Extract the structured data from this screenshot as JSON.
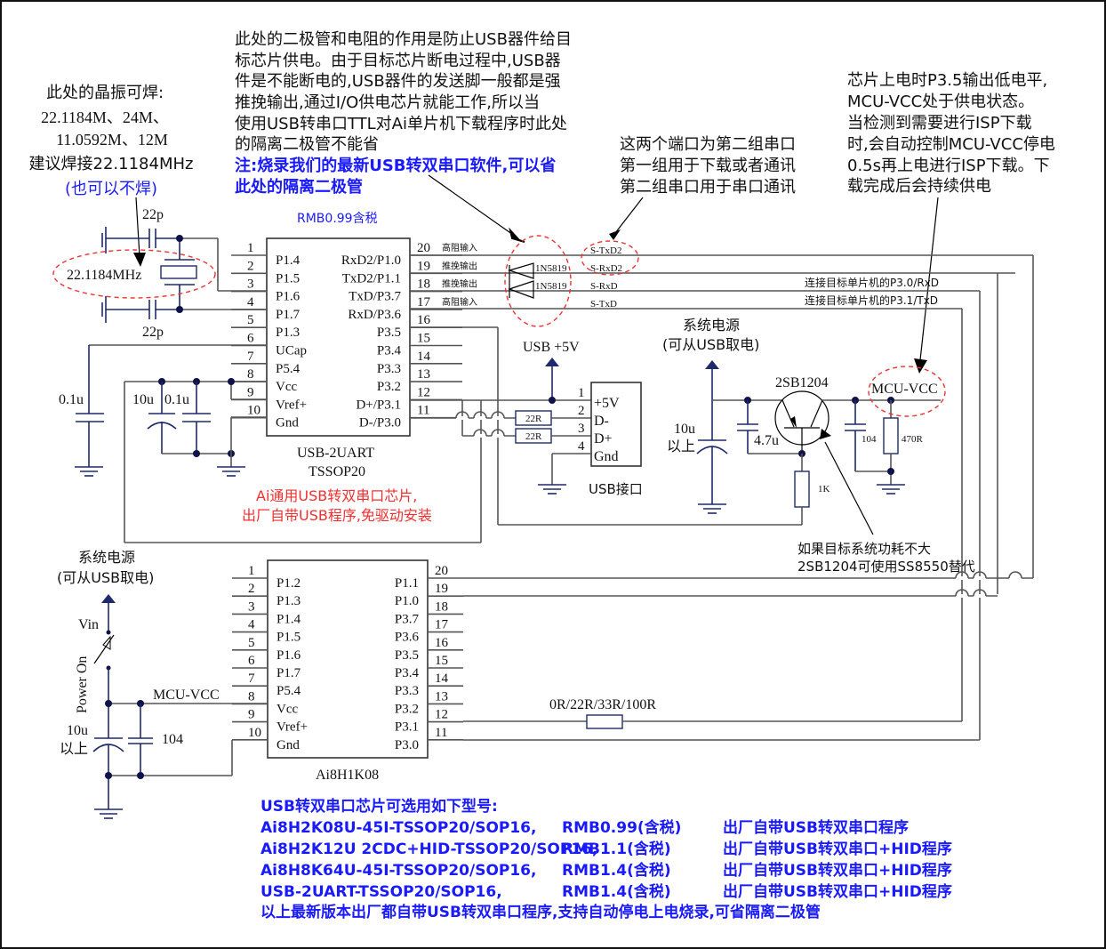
{
  "notes": {
    "crystal": {
      "lines": [
        "此处的晶振可焊:",
        "22.1184M、24M、",
        "11.0592M、12M",
        "建议焊接22.1184MHz"
      ],
      "optional": "(也可以不焊)"
    },
    "diode": {
      "lines": [
        "此处的二极管和电阻的作用是防止USB器件给目",
        "标芯片供电。由于目标芯片断电过程中,USB器",
        "件是不能断电的,USB器件的发送脚一般都是强",
        "推挽输出,通过I/O供电芯片就能工作,所以当",
        "使用USB转串口TTL对Ai单片机下载程序时此处",
        "的隔离二极管不能省"
      ],
      "note_lines": [
        "注:烧录我们的最新USB转双串口软件,可以省",
        "此处的隔离二极管"
      ]
    },
    "ports": {
      "lines": [
        "这两个端口为第二组串口",
        "第一组用于下载或者通讯",
        "第二组串口用于串口通讯"
      ]
    },
    "power": {
      "lines": [
        "芯片上电时P3.5输出低电平,",
        "MCU-VCC处于供电状态。",
        "当检测到需要进行ISP下载",
        "时,会自动控制MCU-VCC停电",
        "0.5s再上电进行ISP下载。下",
        "载完成后会持续供电"
      ]
    },
    "transistor_sub": [
      "如果目标系统功耗不大",
      "2SB1204可使用SS8550替代"
    ],
    "chip_desc": [
      "Ai通用USB转双串口芯片,",
      "出厂自带USB程序,免驱动安装"
    ]
  },
  "crystal": {
    "freq": "22.1184MHz",
    "cap_top": "22p",
    "cap_bottom": "22p"
  },
  "u1": {
    "price": "RMB0.99含税",
    "name": "USB-2UART",
    "package": "TSSOP20",
    "left_pins": [
      {
        "num": "1",
        "name": "P1.4"
      },
      {
        "num": "2",
        "name": "P1.5"
      },
      {
        "num": "3",
        "name": "P1.6"
      },
      {
        "num": "4",
        "name": "P1.7"
      },
      {
        "num": "5",
        "name": "P1.3"
      },
      {
        "num": "6",
        "name": "UCap"
      },
      {
        "num": "7",
        "name": "P5.4"
      },
      {
        "num": "8",
        "name": "Vcc"
      },
      {
        "num": "9",
        "name": "Vref+"
      },
      {
        "num": "10",
        "name": "Gnd"
      }
    ],
    "right_pins": [
      {
        "num": "20",
        "name": "RxD2/P1.0",
        "mode": "高阻输入"
      },
      {
        "num": "19",
        "name": "TxD2/P1.1",
        "mode": "推挽输出"
      },
      {
        "num": "18",
        "name": "TxD/P3.7",
        "mode": "推挽输出"
      },
      {
        "num": "17",
        "name": "RxD/P3.6",
        "mode": "高阻输入"
      },
      {
        "num": "16",
        "name": "P3.5",
        "mode": ""
      },
      {
        "num": "15",
        "name": "P3.4",
        "mode": ""
      },
      {
        "num": "14",
        "name": "P3.3",
        "mode": ""
      },
      {
        "num": "13",
        "name": "P3.2",
        "mode": ""
      },
      {
        "num": "12",
        "name": "D+/P3.1",
        "mode": ""
      },
      {
        "num": "11",
        "name": "D-/P3.0",
        "mode": ""
      }
    ],
    "caps": {
      "ucap": "0.1u",
      "vcc_elec": "10u",
      "vcc_cer": "0.1u"
    }
  },
  "signals": {
    "diode1": "1N5819",
    "diode2": "1N5819",
    "s_txd2": "S-TxD2",
    "s_rxd2": "S-RxD2",
    "s_rxd": "S-RxD",
    "s_txd": "S-TxD",
    "to_rxd": "连接目标单片机的P3.0/RxD",
    "to_txd": "连接目标单片机的P3.1/TxD"
  },
  "usb": {
    "power_label": "USB +5V",
    "r1": "22R",
    "r2": "22R",
    "pins": [
      {
        "num": "1",
        "name": "+5V"
      },
      {
        "num": "2",
        "name": "D-"
      },
      {
        "num": "3",
        "name": "D+"
      },
      {
        "num": "4",
        "name": "Gnd"
      }
    ],
    "title": "USB接口"
  },
  "power_switch": {
    "sys_title": "系统电源",
    "sys_sub": "(可从USB取电)",
    "transistor": "2SB1204",
    "c_in": "10u",
    "c_in_sub": "以上",
    "c_base": "4.7u",
    "r_base": "1K",
    "c_out": "104",
    "r_out": "470R",
    "net": "MCU-VCC"
  },
  "u2": {
    "name": "Ai8H1K08",
    "left_pins": [
      {
        "num": "1",
        "name": "P1.2"
      },
      {
        "num": "2",
        "name": "P1.3"
      },
      {
        "num": "3",
        "name": "P1.4"
      },
      {
        "num": "4",
        "name": "P1.5"
      },
      {
        "num": "5",
        "name": "P1.6"
      },
      {
        "num": "6",
        "name": "P1.7"
      },
      {
        "num": "7",
        "name": "P5.4"
      },
      {
        "num": "8",
        "name": "Vcc"
      },
      {
        "num": "9",
        "name": "Vref+"
      },
      {
        "num": "10",
        "name": "Gnd"
      }
    ],
    "right_pins": [
      {
        "num": "20",
        "name": "P1.1"
      },
      {
        "num": "19",
        "name": "P1.0"
      },
      {
        "num": "18",
        "name": "P3.7"
      },
      {
        "num": "17",
        "name": "P3.6"
      },
      {
        "num": "16",
        "name": "P3.5"
      },
      {
        "num": "15",
        "name": "P3.4"
      },
      {
        "num": "14",
        "name": "P3.3"
      },
      {
        "num": "13",
        "name": "P3.2"
      },
      {
        "num": "12",
        "name": "P3.1"
      },
      {
        "num": "11",
        "name": "P3.0"
      }
    ],
    "series_r": "0R/22R/33R/100R",
    "sys_title": "系统电源",
    "sys_sub": "(可从USB取电)",
    "vin": "Vin",
    "switch": "Power On",
    "net": "MCU-VCC",
    "c_elec": "10u",
    "c_elec_sub": "以上",
    "c_cer": "104"
  },
  "models": {
    "title": "USB转双串口芯片可选用如下型号:",
    "rows": [
      {
        "part": "Ai8H2K08U-45I-TSSOP20/SOP16,",
        "price": "RMB0.99(含税)",
        "desc": "出厂自带USB转双串口程序"
      },
      {
        "part": "Ai8H2K12U 2CDC+HID-TSSOP20/SOP16,",
        "price": "RMB1.1(含税)",
        "desc": "出厂自带USB转双串口+HID程序"
      },
      {
        "part": "Ai8H8K64U-45I-TSSOP20/SOP16,",
        "price": "RMB1.4(含税)",
        "desc": "出厂自带USB转双串口+HID程序"
      },
      {
        "part": "USB-2UART-TSSOP20/SOP16,",
        "price": "RMB1.4(含税)",
        "desc": "出厂自带USB转双串口+HID程序"
      }
    ],
    "footer": "以上最新版本出厂都自带USB转双串口程序,支持自动停电上电烧录,可省隔离二极管"
  }
}
